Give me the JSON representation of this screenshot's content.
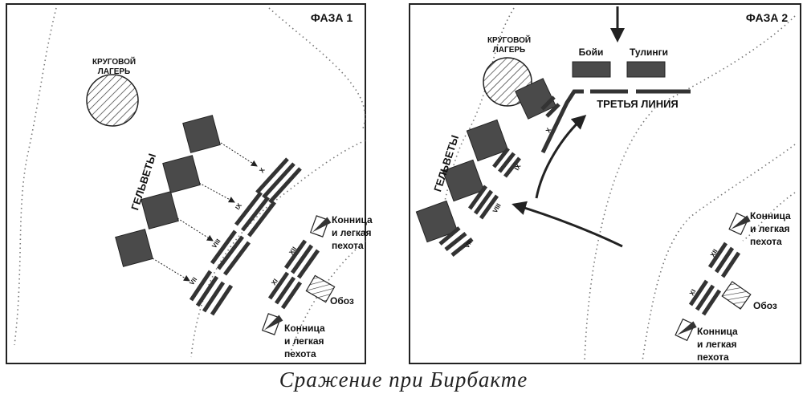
{
  "caption": "Сражение при Бирбакте",
  "phase1": {
    "title": "ФАЗА 1",
    "camp_label": [
      "КРУГОВОЙ",
      "ЛАГЕРЬ"
    ],
    "helvetii_label": "ГЕЛЬВЕТЫ",
    "legions_front": [
      "VII",
      "VIII",
      "IX",
      "X"
    ],
    "legions_rear": [
      "XI",
      "XII"
    ],
    "cavalry_label": [
      "Конница",
      "и легкая",
      "пехота"
    ],
    "baggage_label": "Обоз"
  },
  "phase2": {
    "title": "ФАЗА 2",
    "camp_label": [
      "КРУГОВОЙ",
      "ЛАГЕРЬ"
    ],
    "helvetii_label": "ГЕЛЬВЕТЫ",
    "boii_label": "Бойи",
    "tulingi_label": "Тулинги",
    "third_line_label": "ТРЕТЬЯ ЛИНИЯ",
    "legions_front": [
      "VII",
      "VIII",
      "IX",
      "X"
    ],
    "legions_rear": [
      "XI",
      "XII"
    ],
    "cavalry_label": [
      "Конница",
      "и легкая",
      "пехота"
    ],
    "baggage_label": "Обоз"
  },
  "colors": {
    "unit_fill": "#4a4a4a",
    "line": "#222222",
    "terrain": "#777777"
  }
}
